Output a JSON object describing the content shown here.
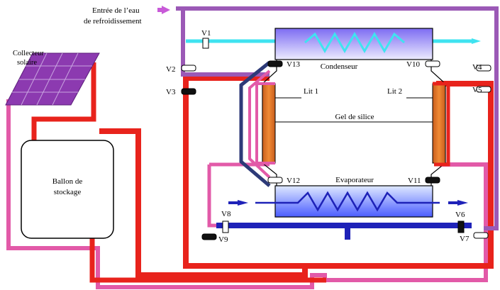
{
  "colors": {
    "red_pipe": "#e8231c",
    "pink_pipe": "#e25aa8",
    "violet_pipe": "#9b59b6",
    "cyan_water": "#3fe3f0",
    "blue_pipe": "#1e22b8",
    "navy_line": "#2d3a78",
    "bed_fill": "#e7782a",
    "condenser_top": "#7d6cf2",
    "condenser_bottom": "#e9e6ff",
    "evaporator_top": "#d7e6ff",
    "evaporator_bottom": "#5a6cff",
    "arrow_magenta": "#c85ad8",
    "panel_purple": "#7b3aa6"
  },
  "labels": {
    "cooling_water_line1": "Entrée de l’eau",
    "cooling_water_line2": "de refroidissement",
    "collector_line1": "Collecteur",
    "collector_line2": "solaire",
    "tank_line1": "Ballon de",
    "tank_line2": "stockage",
    "condenser": "Condenseur",
    "evaporator": "Evaporateur",
    "bed1": "Lit 1",
    "bed2": "Lit 2",
    "silica_gel": "Gel de silice"
  },
  "valves": {
    "v1": "V1",
    "v2": "V2",
    "v3": "V3",
    "v4": "V4",
    "v5": "V5",
    "v6": "V6",
    "v7": "V7",
    "v8": "V8",
    "v9": "V9",
    "v10": "V10",
    "v11": "V11",
    "v12": "V12",
    "v13": "V13"
  },
  "icons": {
    "inlet_arrow": "arrow-right-icon",
    "valve": "valve-icon"
  }
}
